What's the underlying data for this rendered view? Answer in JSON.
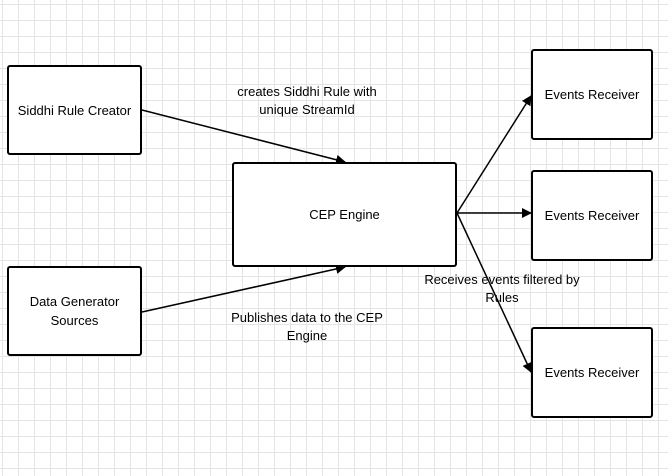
{
  "nodes": {
    "rule_creator": "Siddhi Rule Creator",
    "data_generator": [
      "Data Generator",
      "Sources"
    ],
    "cep_engine": "CEP Engine",
    "receiver_top": "Events Receiver",
    "receiver_middle": "Events Receiver",
    "receiver_bottom": "Events Receiver"
  },
  "edge_labels": {
    "creates_rule": [
      "creates Siddhi Rule with",
      "unique StreamId"
    ],
    "publishes_data": [
      "Publishes data to the CEP",
      "Engine"
    ],
    "receives_events": [
      "Receives events filtered by",
      "Rules"
    ]
  },
  "colors": {
    "stroke": "#000000",
    "grid": "#e4e4e4",
    "background": "#ffffff"
  }
}
